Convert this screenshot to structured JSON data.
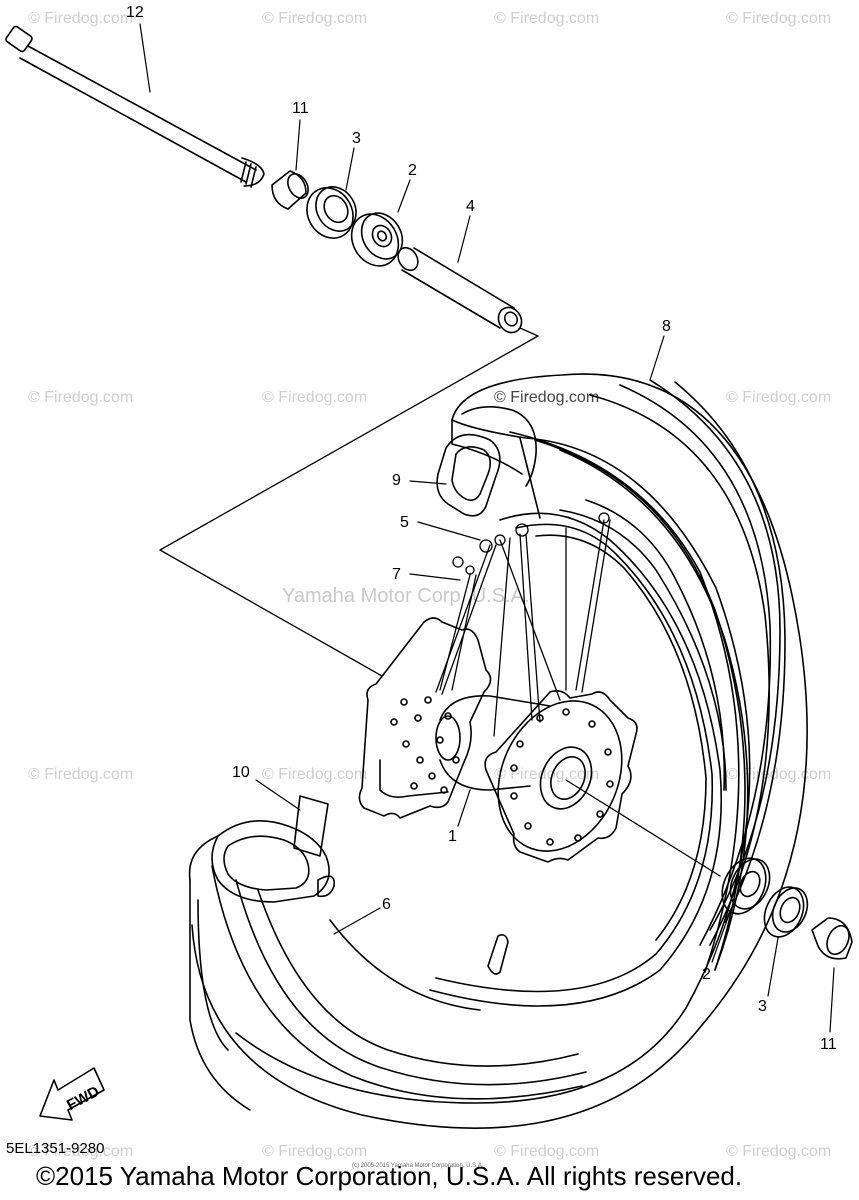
{
  "watermark": "© Firedog.com",
  "center_watermark": "Yamaha Motor Corp. U.S.A.",
  "callouts": {
    "c12": "12",
    "c11_top": "11",
    "c3_top": "3",
    "c2_top": "2",
    "c4": "4",
    "c8": "8",
    "c9": "9",
    "c5": "5",
    "c7": "7",
    "c10": "10",
    "c1": "1",
    "c6": "6",
    "c2_bottom": "2",
    "c3_bottom": "3",
    "c11_bottom": "11"
  },
  "direction_label": "FWD",
  "diagram_code": "5EL1351-9280",
  "copyright": "©2015 Yamaha Motor Corporation, U.S.A. All rights reserved.",
  "tiny_note": "(c) 2005-2015 Yamaha Motor Corporation, U.S.A."
}
